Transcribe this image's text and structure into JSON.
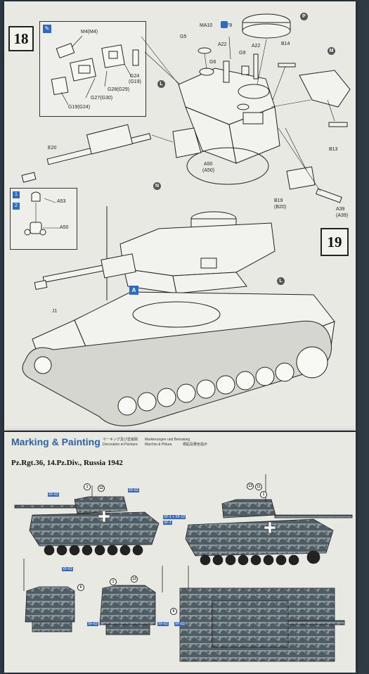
{
  "steps": {
    "step18": "18",
    "step19": "19"
  },
  "step18": {
    "inset_labels": [
      "M4(M4)",
      "G24",
      "(G19)",
      "G28(G29)",
      "G27(G30)",
      "G19(G24)"
    ],
    "part_labels": {
      "ma10": "MA10",
      "f9": "F9",
      "g5": "G5",
      "a22a": "A22",
      "a22b": "A22",
      "g9": "G9",
      "g6": "G6",
      "b14": "B14",
      "e20": "E20",
      "a50": "A50",
      "a50b": "(A50)",
      "b13": "B13",
      "b19": "B19",
      "b20": "(B20)",
      "a39": "A39",
      "a39b": "(A39)",
      "a53": "A53",
      "a50_inset": "A50"
    },
    "callouts": {
      "p": "P",
      "m": "M",
      "l": "L",
      "n": "N"
    },
    "inset_tools": [
      "1",
      "2"
    ]
  },
  "step19": {
    "j1": "J1",
    "callout_l": "L",
    "badge": "A"
  },
  "marking": {
    "title": "Marking & Painting",
    "sub_jp": "マーキング及び塗装図",
    "sub_en": "Decoration et Peinture",
    "sub_de": "Markierungen und Bemalung",
    "sub_it": "Marchio & Pittura",
    "sub_cn": "標貼及著色指示",
    "unit": "Pz.Rgt.36, 14.Pz.Div., Russia 1942",
    "callouts": [
      "1",
      "12",
      "13",
      "11",
      "1",
      "6",
      "1",
      "13",
      "6"
    ],
    "markers": [
      "XF-63",
      "XF-63",
      "XF-1 + XF-22",
      "XF-1",
      "XF-63",
      "XF-63",
      "XF-63",
      "XF-63"
    ]
  }
}
